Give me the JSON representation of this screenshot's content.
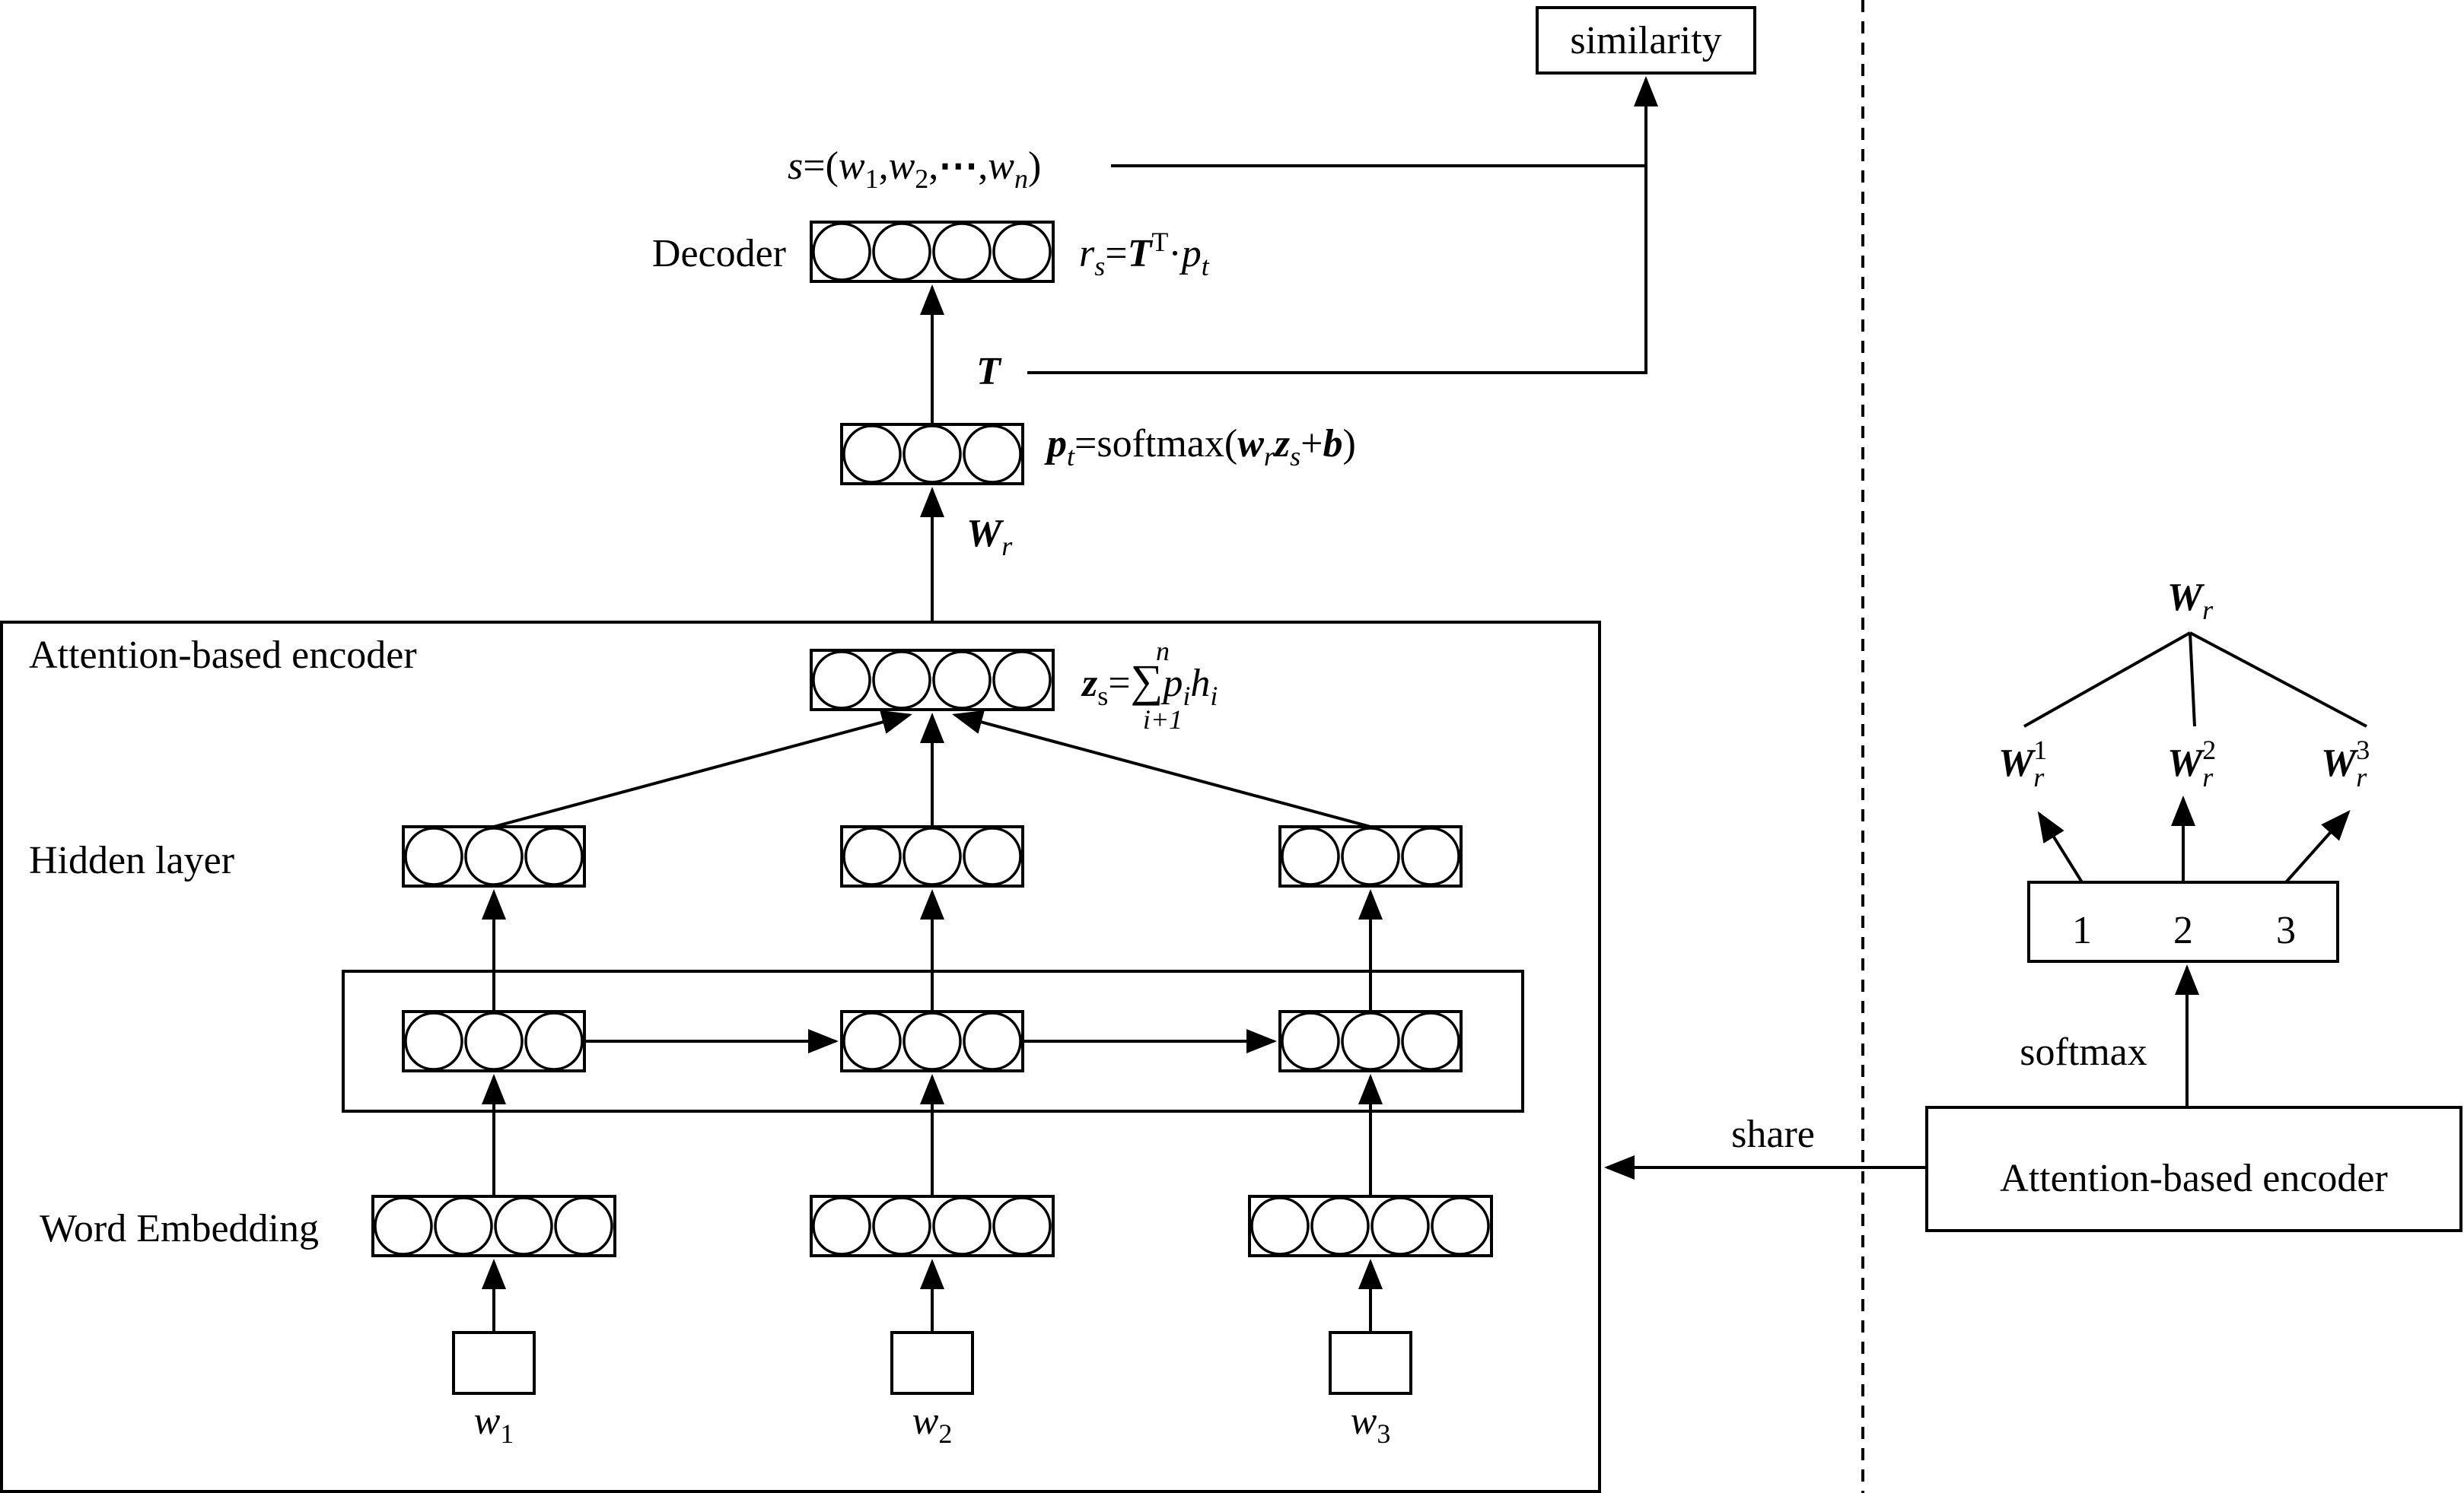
{
  "labels": {
    "similarity": "similarity",
    "decoder": "Decoder",
    "attention_encoder_title": "Attention-based encoder",
    "hidden_layer": "Hidden layer",
    "word_embedding": "Word Embedding",
    "share": "share",
    "softmax": "softmax",
    "right_encoder": "Attention-based encoder"
  },
  "math": {
    "sentence": {
      "lhs": "s",
      "eq": "=(",
      "w": "w",
      "sub1": "1",
      "sub2": "2",
      "dots": "⋯",
      "subn": "n",
      "close": ")"
    },
    "decoder_formula": {
      "r": "r",
      "r_sub": "s",
      "eq": "=",
      "T": "T",
      "sup": "T",
      "dot": "·",
      "p": "p",
      "p_sub": "t"
    },
    "T_matrix": "T",
    "pt_formula": {
      "p": "p",
      "p_sub": "t",
      "eq": "=softmax(",
      "w": "w",
      "w_sub": "r",
      "z": "z",
      "z_sub": "s",
      "plus": "+",
      "b": "b",
      "close": ")"
    },
    "Wr": {
      "W": "W",
      "sub": "r"
    },
    "zs_formula": {
      "z": "z",
      "z_sub": "s",
      "eq": "=",
      "sum": "∑",
      "upper": "n",
      "lower": "i+1",
      "p": "p",
      "p_sub": "i",
      "h": "h",
      "h_sub": "i"
    },
    "words": [
      {
        "w": "w",
        "sub": "1"
      },
      {
        "w": "w",
        "sub": "2"
      },
      {
        "w": "w",
        "sub": "3"
      }
    ],
    "right_Wr": {
      "W": "W",
      "sub": "r"
    },
    "right_branches": [
      {
        "W": "W",
        "sub": "r",
        "sup": "1"
      },
      {
        "W": "W",
        "sub": "r",
        "sup": "2"
      },
      {
        "W": "W",
        "sub": "r",
        "sup": "3"
      }
    ],
    "softmax_outputs": [
      "1",
      "2",
      "3"
    ]
  }
}
